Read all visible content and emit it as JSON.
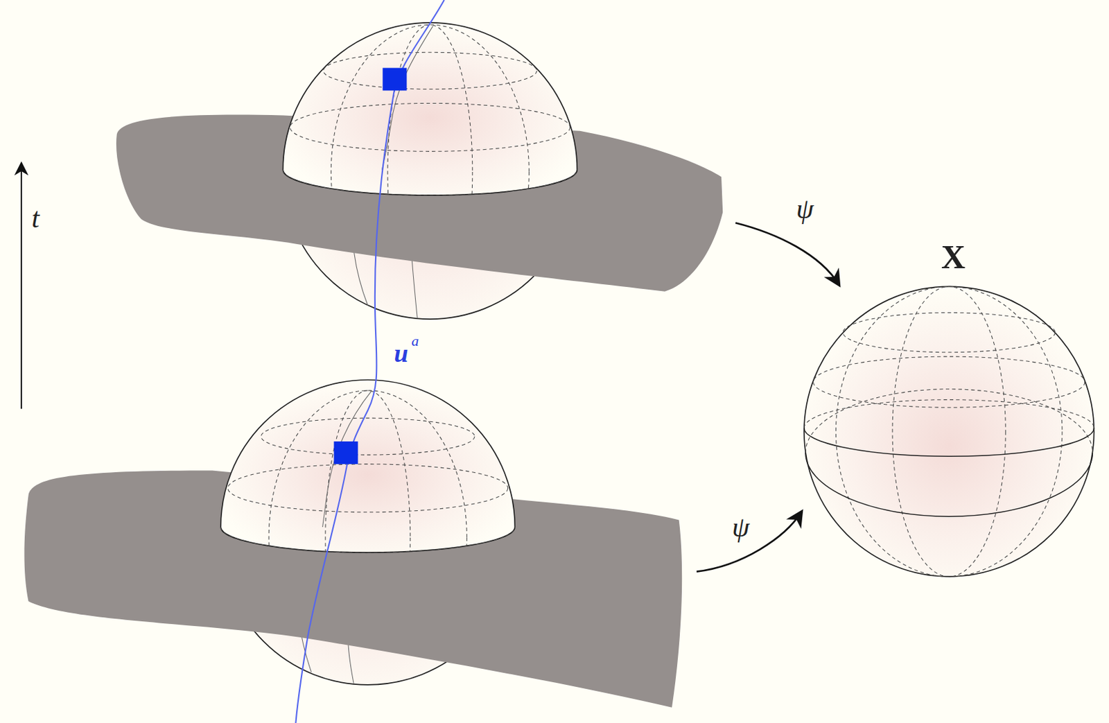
{
  "diagram": {
    "labels": [
      "t",
      "ψ",
      "ψ",
      "u",
      "a",
      "X"
    ]
  }
}
